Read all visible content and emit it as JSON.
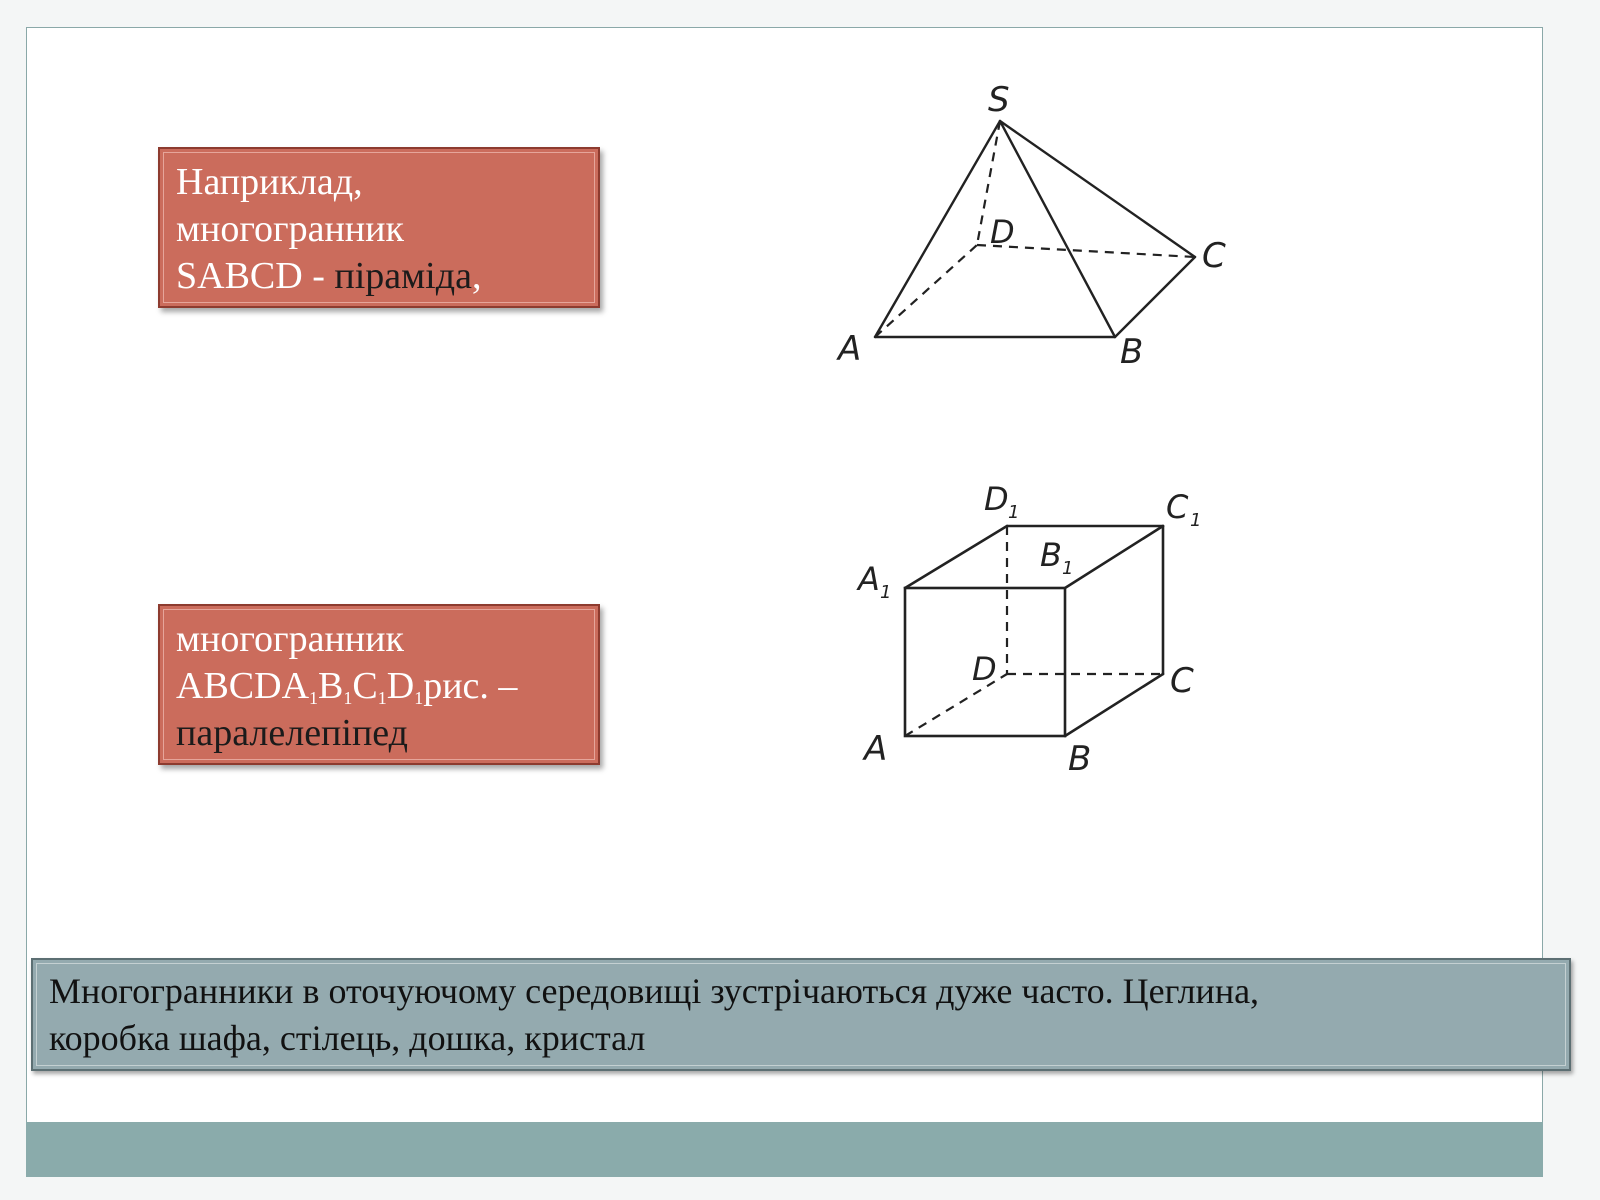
{
  "box1": {
    "line1": "Наприклад,",
    "line2": "многогранник",
    "line3_white": "SABCD - ",
    "line3_dark": "піраміда",
    "line3_end": ","
  },
  "box2": {
    "line1": "многогранник",
    "seg_abcda": "ABCDA",
    "seg_b": "B",
    "seg_c": "C",
    "seg_d": "D",
    "sub": "1",
    "seg_tail": "рис. –",
    "line3": "паралелепіпед"
  },
  "note": {
    "line1": "Многогранники в оточуючому середовищі зустрічаються дуже часто. Цеглина,",
    "line2": "коробка шафа, стілець, дошка, кристал"
  },
  "pyramid": {
    "labels": {
      "S": "S",
      "A": "A",
      "B": "B",
      "C": "C",
      "D": "D"
    }
  },
  "cube": {
    "labels": {
      "A": "A",
      "B": "B",
      "C": "C",
      "D": "D",
      "A1": "A",
      "B1": "B",
      "C1": "C",
      "D1": "D",
      "sub": "1"
    }
  },
  "colors": {
    "red_box": "#cb6c5c",
    "grey_box": "#94aaaf",
    "footer_band": "#8aabab"
  }
}
